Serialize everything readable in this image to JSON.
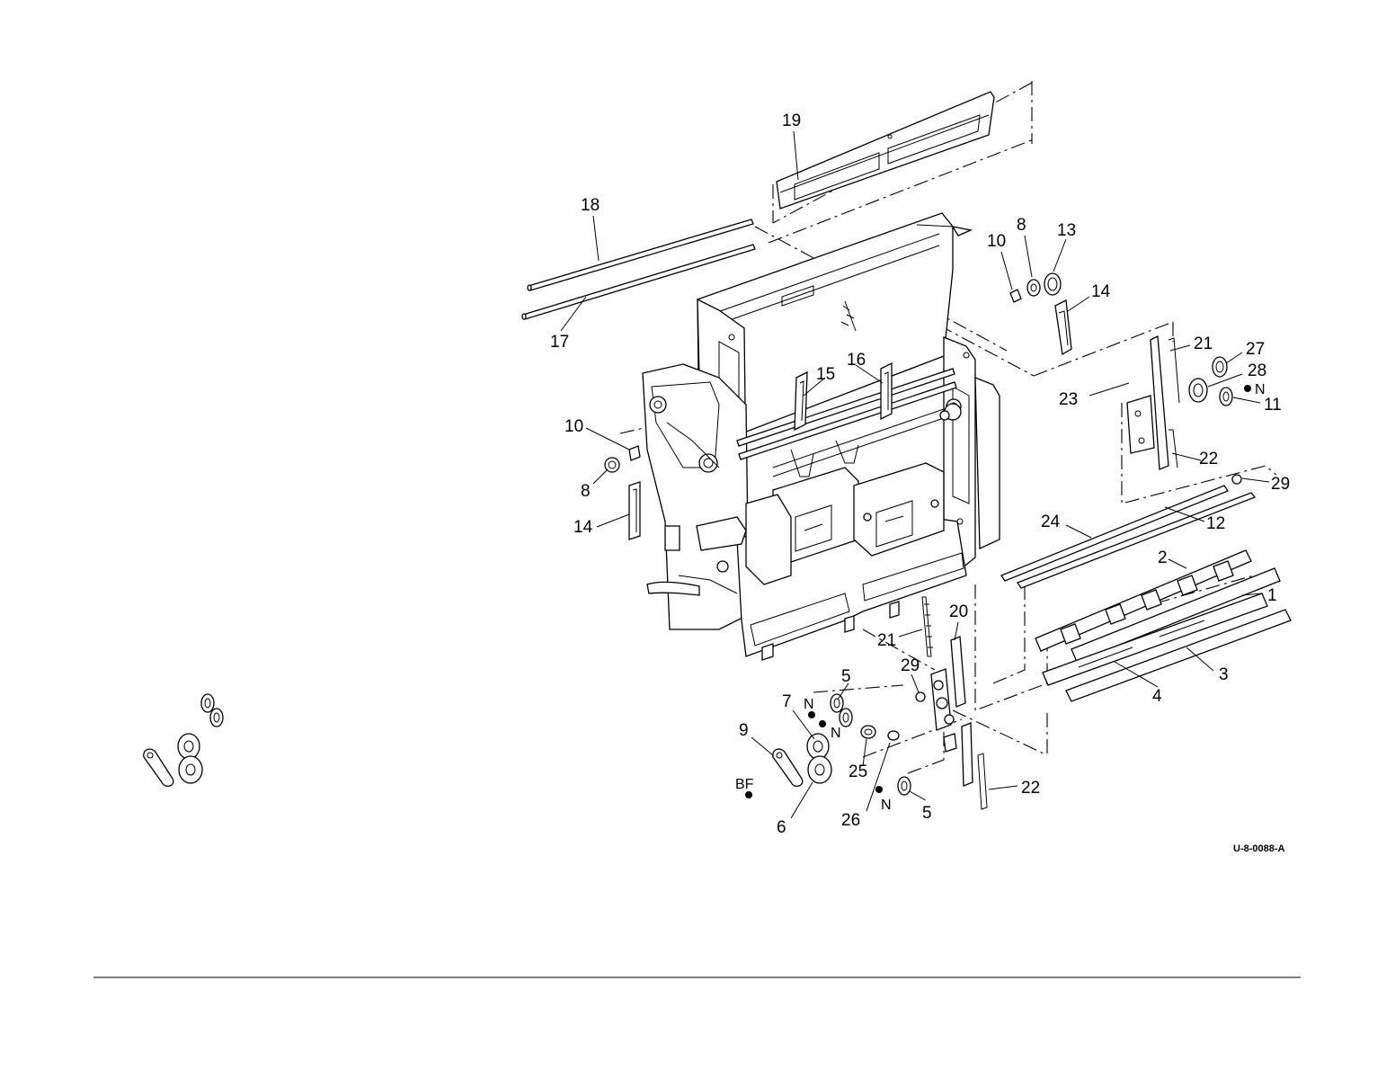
{
  "diagram": {
    "reference_code": "U-8-0088-A",
    "callouts": {
      "c1": "1",
      "c2": "2",
      "c3": "3",
      "c4": "4",
      "c5a": "5",
      "c5b": "5",
      "c6": "6",
      "c7": "7",
      "c8a": "8",
      "c8b": "8",
      "c9": "9",
      "c10a": "10",
      "c10b": "10",
      "c11": "11",
      "c12": "12",
      "c13": "13",
      "c14a": "14",
      "c14b": "14",
      "c15": "15",
      "c16": "16",
      "c17": "17",
      "c18": "18",
      "c19": "19",
      "c20": "20",
      "c21a": "21",
      "c21b": "21",
      "c22a": "22",
      "c22b": "22",
      "c23": "23",
      "c24": "24",
      "c25": "25",
      "c26": "26",
      "c27": "27",
      "c28": "28",
      "c29a": "29",
      "c29b": "29"
    },
    "markers": {
      "n1": "N",
      "n2": "N",
      "n3": "N",
      "n4": "N",
      "bf": "BF"
    }
  }
}
